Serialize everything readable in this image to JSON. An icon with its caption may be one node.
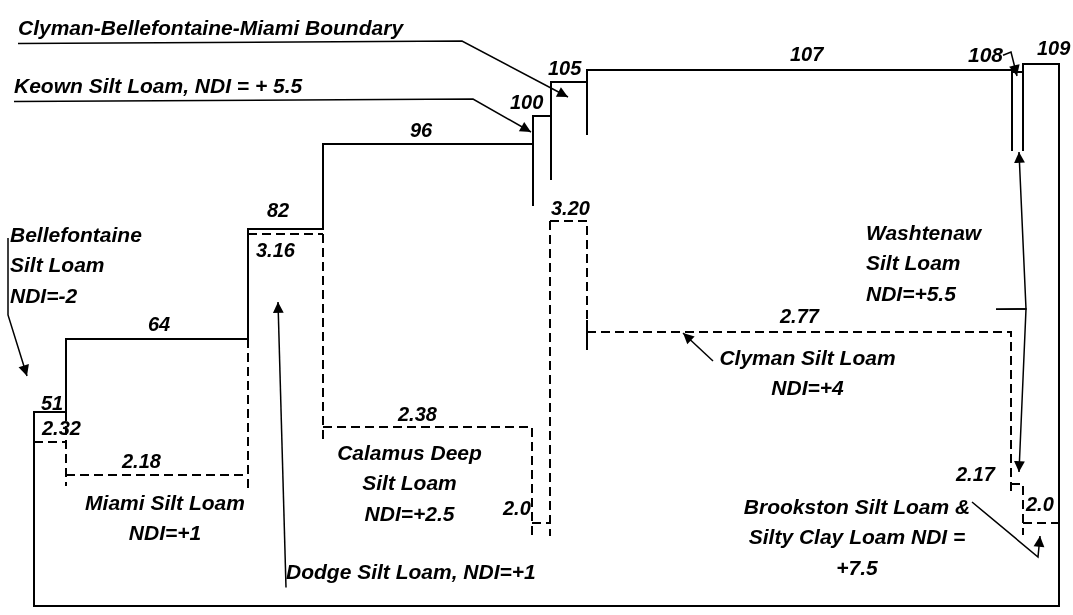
{
  "diagram": {
    "nodes": [
      {
        "text": [
          "Clyman-Bellefontaine-Miami Boundary"
        ]
      },
      {
        "text": [
          "Keown Silt Loam, NDI = + 5.5"
        ]
      },
      {
        "text": [
          "108"
        ]
      },
      {
        "text": [
          "Bellefontaine Silt Loam NDI=-2"
        ]
      },
      {
        "text": [
          "Washtenaw Silt Loam NDI=+5.5"
        ]
      },
      {
        "text": [
          "Clyman Silt Loam NDI=+4"
        ]
      },
      {
        "text": [
          "Dodge Silt Loam, NDI=+1"
        ]
      },
      {
        "text": [
          "Brookston Silt Loam & Silty Clay Loam NDI = +7.5"
        ]
      }
    ],
    "edges": [
      {
        "from": 0,
        "to": null,
        "arrow": "to"
      },
      {
        "from": 1,
        "to": null,
        "arrow": "to"
      },
      {
        "from": 2,
        "to": null,
        "arrow": "to"
      },
      {
        "from": 3,
        "to": null,
        "arrow": "to"
      },
      {
        "from": 4,
        "to": null,
        "arrow": "to"
      },
      {
        "from": 4,
        "to": null,
        "arrow": "to"
      },
      {
        "from": 5,
        "to": null,
        "arrow": "to"
      },
      {
        "from": 6,
        "to": null,
        "arrow": "to"
      },
      {
        "from": 7,
        "to": null,
        "arrow": "to"
      }
    ],
    "labels": [
      "105",
      "107",
      "109",
      "100",
      "96",
      "3.20",
      "82",
      "3.16",
      "64",
      "2.77",
      "51",
      "2.32",
      "2.38",
      "2.18",
      "Miami Silt Loam NDI=+1",
      "Calamus Deep Silt Loam NDI=+2.5",
      "2.0",
      "2.17",
      "2.0"
    ]
  }
}
